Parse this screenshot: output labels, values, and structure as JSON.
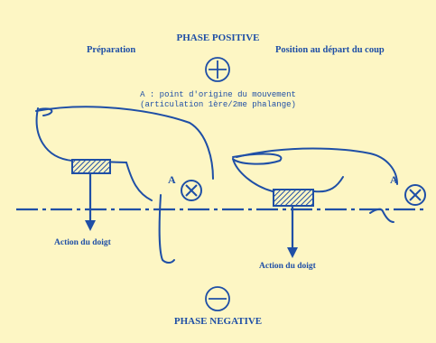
{
  "labels": {
    "phase_positive": "PHASE POSITIVE",
    "phase_negative": "PHASE NEGATIVE",
    "preparation": "Préparation",
    "position_depart": "Position au départ du coup",
    "note_line1": "A : point d'origine du mouvement",
    "note_line2": "(articulation 1ère/2me phalange)",
    "action_left": "Action du doigt",
    "action_right": "Action du doigt",
    "point_a_left": "A",
    "point_a_right": "A"
  },
  "colors": {
    "background": "#fdf6c4",
    "ink": "#1f4fa6"
  },
  "icons": {
    "positive": "plus-circle-icon",
    "negative": "minus-circle-icon",
    "pivot": "cross-circle-icon",
    "arrow": "arrow-down-icon"
  }
}
